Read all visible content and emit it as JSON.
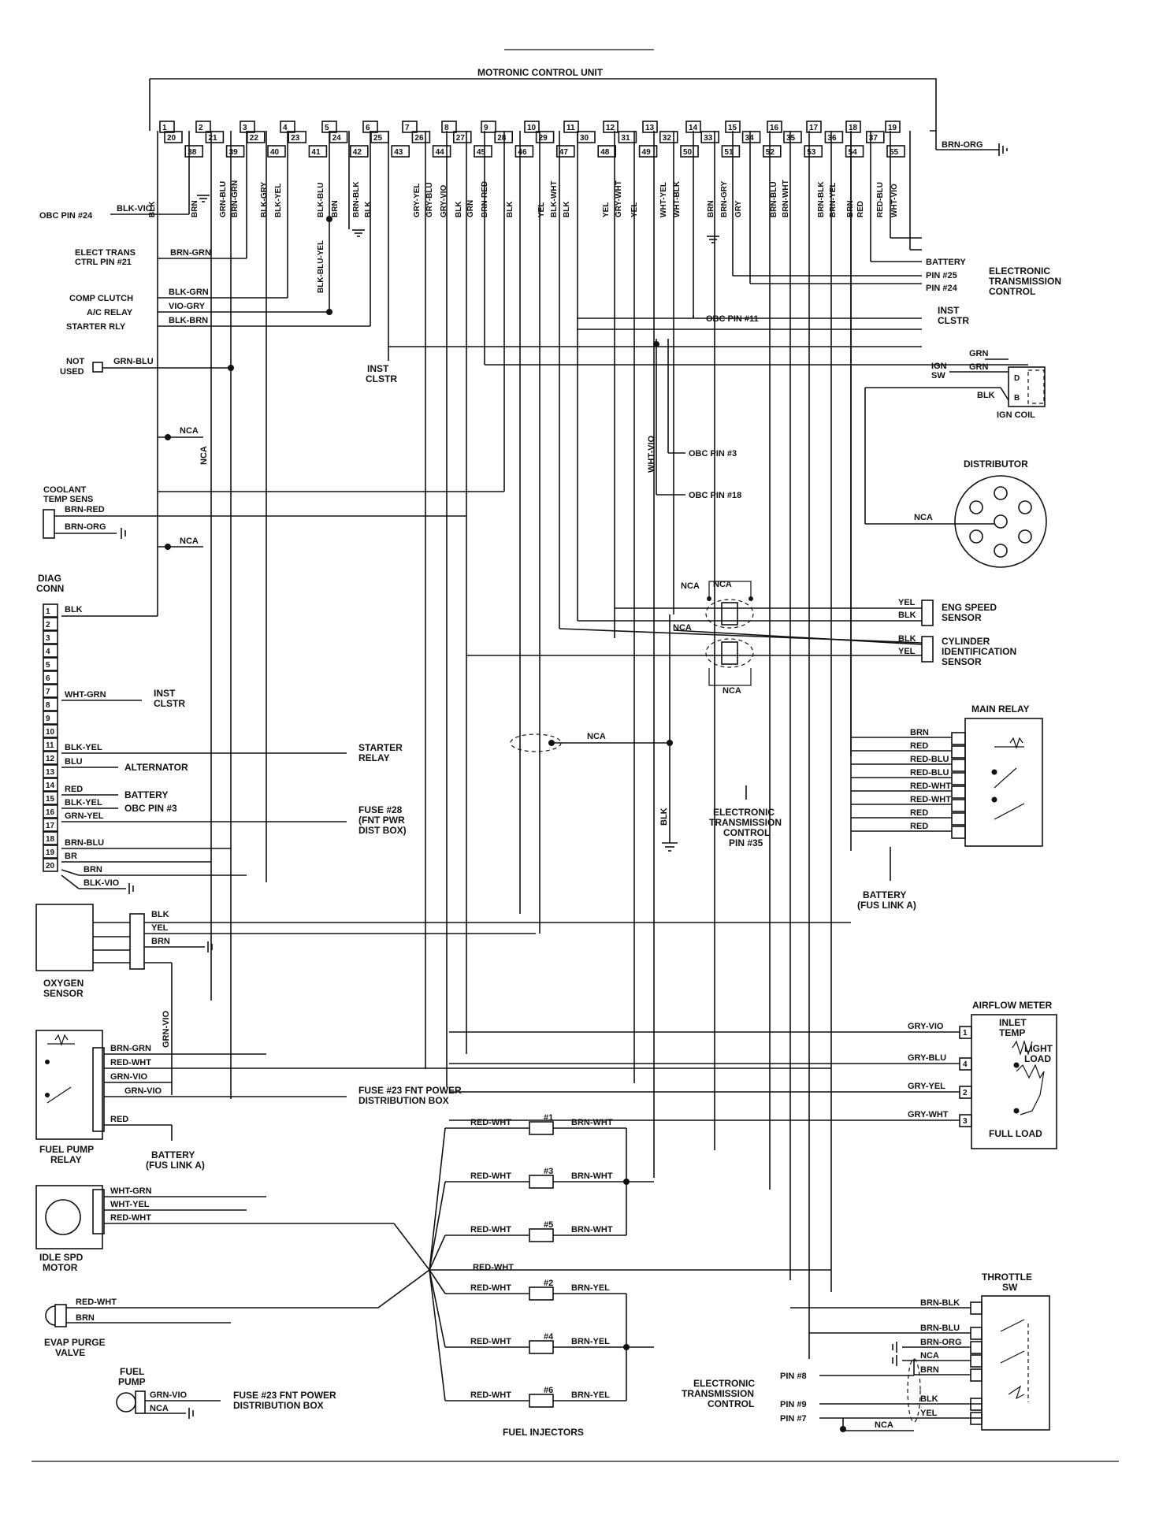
{
  "ecu": {
    "title": "MOTRONIC CONTROL UNIT",
    "top_pins": [
      "1",
      "2",
      "3",
      "4",
      "5",
      "6",
      "7",
      "8",
      "9",
      "10",
      "11",
      "12",
      "13",
      "14",
      "15",
      "16",
      "17",
      "18",
      "19"
    ],
    "bottom_pins": [
      "20",
      "38",
      "21",
      "39",
      "22",
      "40",
      "23",
      "41",
      "24",
      "42",
      "25",
      "43",
      "26",
      "44",
      "27",
      "45",
      "28",
      "46",
      "29",
      "47",
      "30",
      "48",
      "31",
      "49",
      "32",
      "50",
      "33",
      "51",
      "34",
      "52",
      "35",
      "53",
      "36",
      "54",
      "37",
      "55"
    ],
    "wire_colors": [
      "BLK",
      "BRN",
      "GRN-BLU",
      "BRN-GRN",
      "BLK-GRY",
      "BLK-YEL",
      "BLK-BLU",
      "BRN",
      "BRN-BLK",
      "BLK",
      "GRY-YEL",
      "GRY-BLU",
      "GRY-VIO",
      "BLK",
      "GRN",
      "BRN-RED",
      "BLK",
      "YEL",
      "BLK-WHT",
      "BLK",
      "YEL",
      "GRY-WHT",
      "YEL",
      "WHT-YEL",
      "WHT-BLK",
      "BRN",
      "BRN-GRY",
      "GRY",
      "BRN-BLU",
      "BRN-WHT",
      "BRN-BLK",
      "BRN-YEL",
      "BRN",
      "RED",
      "RED-BLU",
      "WHT-VIO"
    ],
    "pin19_wire": "BRN-ORG",
    "blu_yel": "BLK-BLU-YEL"
  },
  "left_labels": {
    "obc24": "OBC PIN #24",
    "obc24_wire": "BLK-VIO",
    "elect_trans_1": "ELECT TRANS",
    "elect_trans_2": "CTRL PIN #21",
    "elect_trans_wire": "BRN-GRN",
    "comp_clutch": "COMP CLUTCH",
    "comp_clutch_wire": "BLK-GRN",
    "ac_relay": "A/C RELAY",
    "ac_relay_wire": "VIO-GRY",
    "starter_rly": "STARTER RLY",
    "starter_rly_wire": "BLK-BRN",
    "not_used_1": "NOT",
    "not_used_2": "USED",
    "not_used_wire": "GRN-BLU",
    "nca": "NCA",
    "coolant_1": "COOLANT",
    "coolant_2": "TEMP SENS",
    "coolant_w1": "BRN-RED",
    "coolant_w2": "BRN-ORG",
    "inst_clstr_1": "INST",
    "inst_clstr_2": "CLSTR"
  },
  "right_labels": {
    "battery": "BATTERY",
    "pin25": "PIN #25",
    "pin24": "PIN #24",
    "etc_1": "ELECTRONIC",
    "etc_2": "TRANSMISSION",
    "etc_3": "CONTROL",
    "inst_1": "INST",
    "inst_2": "CLSTR",
    "obc11": "OBC PIN #11",
    "obc3": "OBC PIN #3",
    "obc18": "OBC PIN #18",
    "ign_sw_1": "IGN",
    "ign_sw_2": "SW",
    "grn": "GRN",
    "blk": "BLK",
    "ign_coil": "IGN COIL",
    "distributor": "DISTRIBUTOR",
    "eng_speed_1": "ENG SPEED",
    "eng_speed_2": "SENSOR",
    "cyl_1": "CYLINDER",
    "cyl_2": "IDENTIFICATION",
    "cyl_3": "SENSOR",
    "yel": "YEL",
    "wht_vio": "WHT-VIO"
  },
  "diag": {
    "title_1": "DIAG",
    "title_2": "CONN",
    "pins": [
      "1",
      "2",
      "3",
      "4",
      "5",
      "6",
      "7",
      "8",
      "9",
      "10",
      "11",
      "12",
      "13",
      "14",
      "15",
      "16",
      "17",
      "18",
      "19",
      "20"
    ],
    "w1": "BLK",
    "w7": "WHT-GRN",
    "w11": "BLK-YEL",
    "w12": "BLU",
    "w14": "RED",
    "w15": "BLK-YEL",
    "w16": "GRN-YEL",
    "w18": "BRN-BLU",
    "w19": "BR",
    "w20a": "BRN",
    "w20b": "BLK-VIO",
    "dest7_1": "INST",
    "dest7_2": "CLSTR",
    "dest11_1": "STARTER",
    "dest11_2": "RELAY",
    "dest12": "ALTERNATOR",
    "dest14": "BATTERY",
    "dest15": "OBC PIN #3",
    "dest16_1": "FUSE #28",
    "dest16_2": "(FNT PWR",
    "dest16_3": "DIST BOX)"
  },
  "center": {
    "nca": "NCA",
    "blk": "BLK",
    "etc35_1": "ELECTRONIC",
    "etc35_2": "TRANSMISSION",
    "etc35_3": "CONTROL",
    "etc35_4": "PIN #35"
  },
  "main_relay": {
    "title": "MAIN RELAY",
    "wires": [
      "BRN",
      "RED",
      "RED-BLU",
      "RED-BLU",
      "RED-WHT",
      "RED-WHT",
      "RED",
      "RED"
    ],
    "battery_1": "BATTERY",
    "battery_2": "(FUS LINK A)"
  },
  "oxygen": {
    "title_1": "OXYGEN",
    "title_2": "SENSOR",
    "w1": "BLK",
    "w2": "YEL",
    "w3": "BRN",
    "vert": "GRN-VIO"
  },
  "fuel_pump_relay": {
    "title_1": "FUEL PUMP",
    "title_2": "RELAY",
    "w1": "BRN-GRN",
    "w2": "RED-WHT",
    "w3": "GRN-VIO",
    "w4": "GRN-VIO",
    "w5": "RED",
    "fuse_1": "FUSE #23 FNT POWER",
    "fuse_2": "DISTRIBUTION BOX",
    "battery_1": "BATTERY",
    "battery_2": "(FUS LINK A)"
  },
  "idle_motor": {
    "title_1": "IDLE SPD",
    "title_2": "MOTOR",
    "w1": "WHT-GRN",
    "w2": "WHT-YEL",
    "w3": "RED-WHT"
  },
  "evap": {
    "title_1": "EVAP PURGE",
    "title_2": "VALVE",
    "w1": "RED-WHT",
    "w2": "BRN"
  },
  "fuel_pump": {
    "title_1": "FUEL",
    "title_2": "PUMP",
    "w1": "GRN-VIO",
    "w2": "NCA",
    "fuse_1": "FUSE #23 FNT POWER",
    "fuse_2": "DISTRIBUTION BOX"
  },
  "injectors": {
    "title": "FUEL INJECTORS",
    "items": [
      {
        "num": "#1",
        "left": "RED-WHT",
        "right": "BRN-WHT"
      },
      {
        "num": "#3",
        "left": "RED-WHT",
        "right": "BRN-WHT"
      },
      {
        "num": "#5",
        "left": "RED-WHT",
        "right": "BRN-WHT"
      },
      {
        "num": "#2",
        "left": "RED-WHT",
        "right": "BRN-YEL"
      },
      {
        "num": "#4",
        "left": "RED-WHT",
        "right": "BRN-YEL"
      },
      {
        "num": "#6",
        "left": "RED-WHT",
        "right": "BRN-YEL"
      }
    ],
    "common": "RED-WHT"
  },
  "airflow": {
    "title": "AIRFLOW METER",
    "inlet_1": "INLET",
    "inlet_2": "TEMP",
    "light_1": "LIGHT",
    "light_2": "LOAD",
    "full": "FULL LOAD",
    "wires": [
      "GRY-VIO",
      "GRY-BLU",
      "GRY-YEL",
      "GRY-WHT"
    ],
    "pins": [
      "1",
      "4",
      "2",
      "3"
    ]
  },
  "throttle": {
    "title_1": "THROTTLE",
    "title_2": "SW",
    "wires": [
      "BRN-BLK",
      "BRN-BLU",
      "BRN-ORG",
      "NCA",
      "BRN",
      "BLK",
      "YEL"
    ],
    "etc_1": "ELECTRONIC",
    "etc_2": "TRANSMISSION",
    "etc_3": "CONTROL",
    "pin8": "PIN #8",
    "pin9": "PIN #9",
    "pin7": "PIN #7",
    "nca": "NCA"
  }
}
